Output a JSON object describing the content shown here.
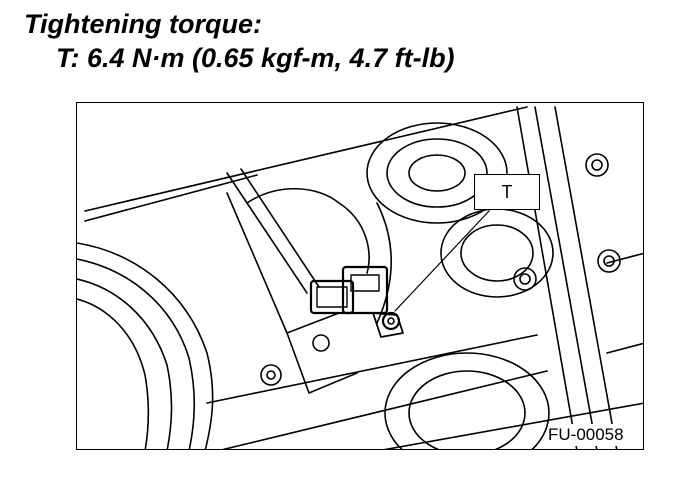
{
  "heading": {
    "title": "Tightening torque:",
    "spec": "T: 6.4 N·m (0.65 kgf-m, 4.7 ft-lb)"
  },
  "figure": {
    "callout_label": "T",
    "figure_id": "FU-00058"
  }
}
